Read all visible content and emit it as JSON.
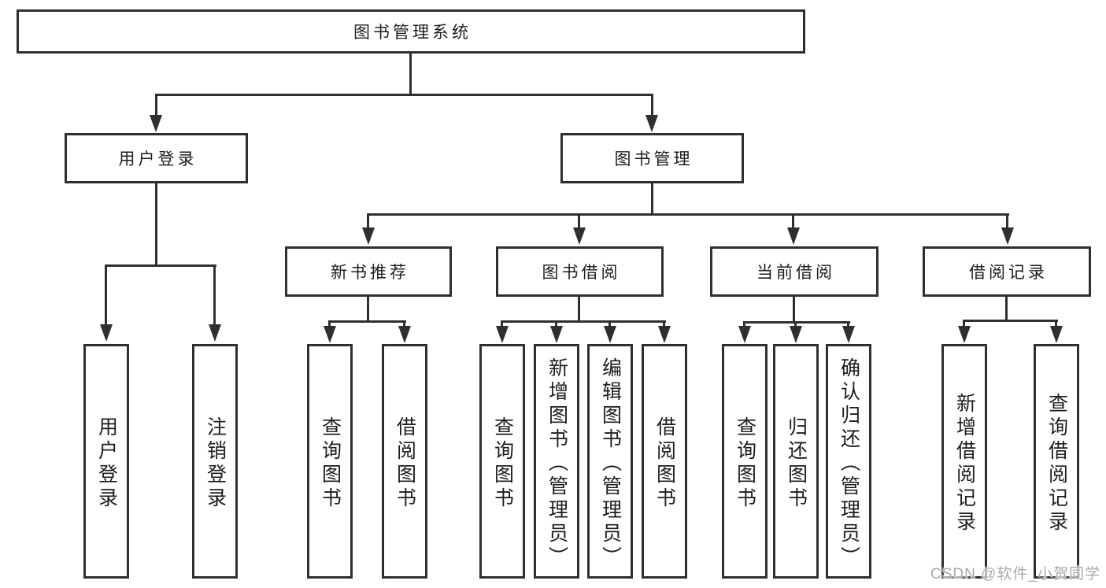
{
  "nodes": {
    "root": "图书管理系统",
    "user_login": "用户登录",
    "book_management": "图书管理",
    "new_book_recommend": "新书推荐",
    "book_borrow": "图书借阅",
    "current_borrow": "当前借阅",
    "borrow_record": "借阅记录",
    "leaf_user_login": "用户登录",
    "leaf_logout": "注销登录",
    "leaf_query_book_newbook": "查询图书",
    "leaf_borrow_book_newbook": "借阅图书",
    "leaf_query_book_borrow": "查询图书",
    "leaf_add_book_admin": "新增图书（管理员）",
    "leaf_edit_book_admin": "编辑图书（管理员）",
    "leaf_borrow_book_borrow": "借阅图书",
    "leaf_query_book_current": "查询图书",
    "leaf_return_book": "归还图书",
    "leaf_confirm_return_admin": "确认归还（管理员）",
    "leaf_add_borrow_record": "新增借阅记录",
    "leaf_query_borrow_record": "查询借阅记录"
  },
  "watermark": "CSDN @软件_小贺同学",
  "colors": {
    "line": "#2f2f2f",
    "text": "#1d1d1d",
    "background": "#ffffff",
    "watermark": "#a9a9a9"
  }
}
